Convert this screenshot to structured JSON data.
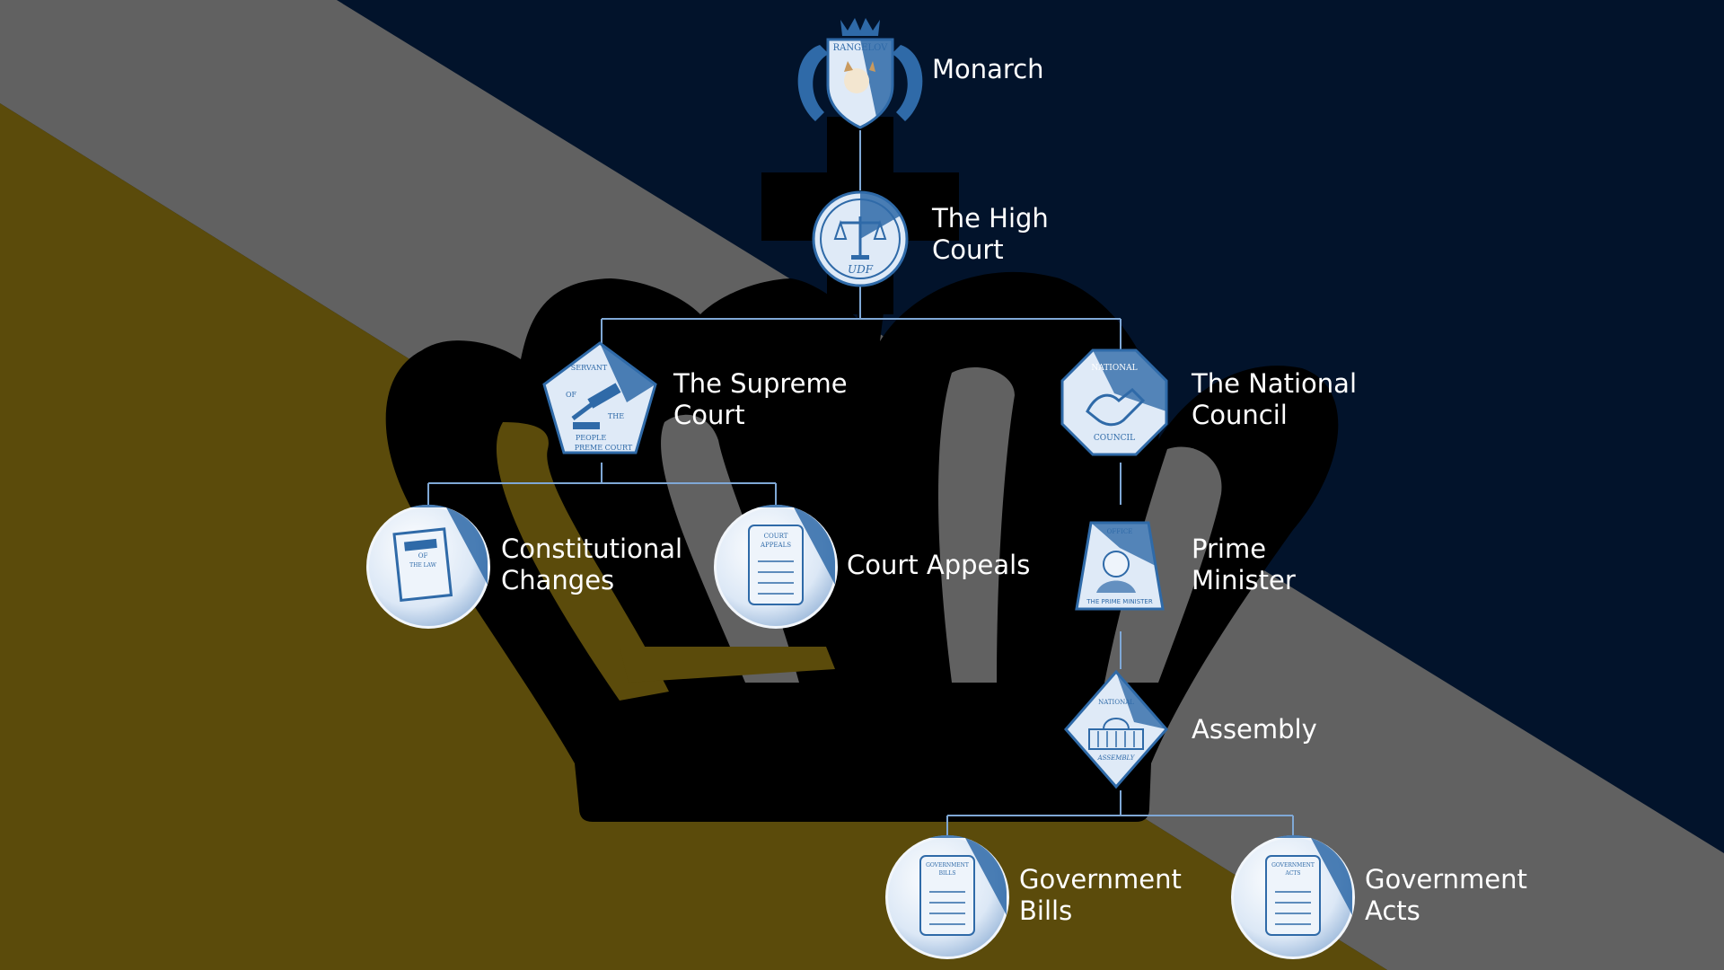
{
  "colors": {
    "navy": "#02132b",
    "gray": "#616161",
    "olive": "#5b4b0b",
    "crown": "#000000",
    "connector": "#7fa8d6",
    "emblem_light": "#dfeaf7",
    "emblem_dark": "#2f6aa8",
    "label": "#ffffff"
  },
  "nodes": {
    "monarch": {
      "label": "Monarch",
      "icon": "crest-icon"
    },
    "high_court": {
      "label": "The High\nCourt",
      "icon": "scales-seal-icon"
    },
    "supreme_court": {
      "label": "The Supreme\nCourt",
      "icon": "gavel-pentagon-icon"
    },
    "national_council": {
      "label": "The National\nCouncil",
      "icon": "handshake-octagon-icon"
    },
    "constitutional_changes": {
      "label": "Constitutional\nChanges",
      "icon": "book-icon"
    },
    "court_appeals": {
      "label": "Court Appeals",
      "icon": "scroll-icon"
    },
    "prime_minister": {
      "label": "Prime\nMinister",
      "icon": "minister-trapezoid-icon"
    },
    "assembly": {
      "label": "Assembly",
      "icon": "capitol-diamond-icon"
    },
    "government_bills": {
      "label": "Government\nBills",
      "icon": "scroll-icon"
    },
    "government_acts": {
      "label": "Government\nActs",
      "icon": "scroll-icon"
    }
  },
  "icon_text": {
    "crest_top": "RANGELOV",
    "high_court_seal": "UDF",
    "supreme_a": "SERVANT",
    "supreme_b": "OF",
    "supreme_c": "THE",
    "supreme_d": "PEOPLE",
    "supreme_e": "PREME COURT",
    "council_a": "NATIONAL",
    "council_b": "COUNCIL",
    "book_a": "OF",
    "book_b": "THE LAW",
    "scroll_appeals_a": "COURT",
    "scroll_appeals_b": "APPEALS",
    "minister_a": "OFFICE",
    "minister_b": "THE PRIME MINISTER",
    "assembly_a": "NATIONAL",
    "assembly_b": "ASSEMBLY",
    "bills_a": "GOVERNMENT",
    "bills_b": "BILLS",
    "acts_a": "GOVERNMENT",
    "acts_b": "ACTS"
  }
}
